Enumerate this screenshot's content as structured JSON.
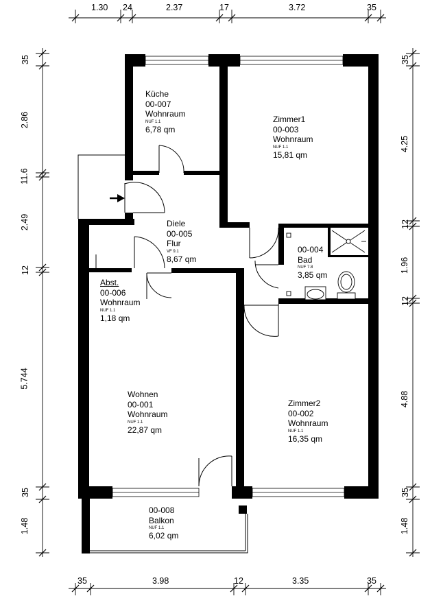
{
  "dimensions": {
    "top": [
      "1.30",
      "24",
      "2.37",
      "17",
      "3.72",
      "35"
    ],
    "bottom": [
      "35",
      "3.98",
      "12",
      "3.35",
      "35"
    ],
    "left": [
      "35",
      "2.86",
      "11.6",
      "2.49",
      "12",
      "5.744",
      "35",
      "1.48"
    ],
    "right": [
      "35",
      "4.25",
      "12",
      "1.96",
      "12",
      "4.88",
      "35",
      "1.48"
    ]
  },
  "rooms": {
    "kueche": {
      "name": "Küche",
      "id": "00-007",
      "use": "Wohnraum",
      "code": "NUF 1.1",
      "area": "6,78 qm"
    },
    "zimmer1": {
      "name": "Zimmer1",
      "id": "00-003",
      "use": "Wohnraum",
      "code": "NUF 1.1",
      "area": "15,81 qm"
    },
    "diele": {
      "name": "Diele",
      "id": "00-005",
      "use": "Flur",
      "code": "VF 9.1",
      "area": "8,67 qm"
    },
    "bad": {
      "name": "Bad",
      "id": "00-004",
      "use": "",
      "code": "NUF 7.8",
      "area": "3,85 qm"
    },
    "abst": {
      "name": "Abst.",
      "id": "00-006",
      "use": "Wohnraum",
      "code": "NUF 1.1",
      "area": "1,18 qm"
    },
    "wohnen": {
      "name": "Wohnen",
      "id": "00-001",
      "use": "Wohnraum",
      "code": "NUF 1.1",
      "area": "22,87 qm"
    },
    "zimmer2": {
      "name": "Zimmer2",
      "id": "00-002",
      "use": "Wohnraum",
      "code": "NUF 1.1",
      "area": "16,35 qm"
    },
    "balkon": {
      "id": "00-008",
      "name": "Balkon",
      "code": "NUF 1.1",
      "area": "6,02 qm"
    }
  },
  "colors": {
    "wall": "#000000",
    "background": "#ffffff",
    "window_frame": "#888888"
  }
}
